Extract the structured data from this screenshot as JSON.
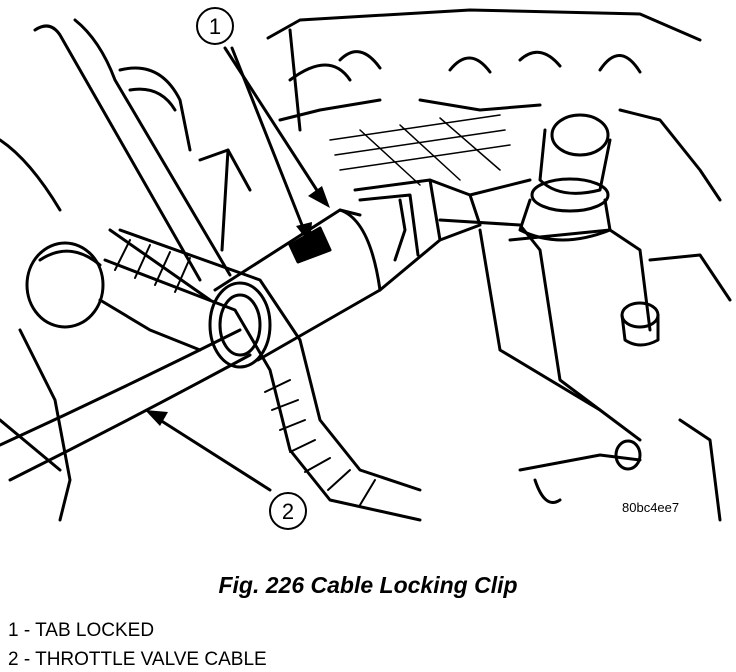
{
  "figure": {
    "callout_1": "1",
    "callout_2": "2",
    "image_code": "80bc4ee7",
    "caption": "Fig. 226 Cable Locking Clip"
  },
  "legend": [
    "1 - TAB LOCKED",
    "2 - THROTTLE VALVE CABLE"
  ]
}
